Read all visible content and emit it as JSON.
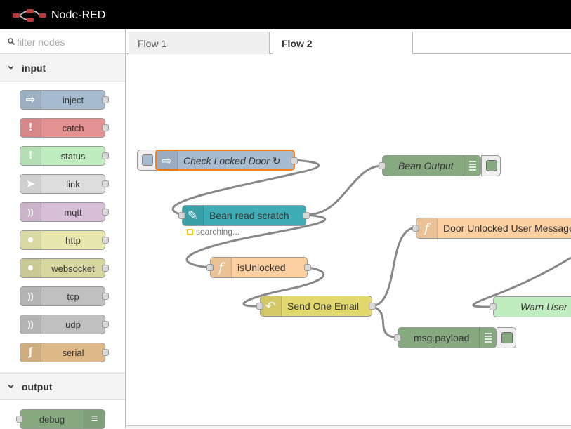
{
  "header": {
    "title": "Node-RED"
  },
  "palette": {
    "filter_placeholder": "filter nodes",
    "categories": [
      {
        "label": "input",
        "nodes": [
          {
            "label": "inject",
            "color": "#a6bbcf",
            "icon": "arrow-right-icon"
          },
          {
            "label": "catch",
            "color": "#e49191",
            "icon": "exclamation-icon"
          },
          {
            "label": "status",
            "color": "#c0edc0",
            "icon": "exclamation-icon"
          },
          {
            "label": "link",
            "color": "#dddddd",
            "icon": "link-icon"
          },
          {
            "label": "mqtt",
            "color": "#d8bfd8",
            "icon": "bridge-icon"
          },
          {
            "label": "http",
            "color": "#e7e7ae",
            "icon": "globe-icon"
          },
          {
            "label": "websocket",
            "color": "#d7d7a0",
            "icon": "globe-icon"
          },
          {
            "label": "tcp",
            "color": "#c0c0c0",
            "icon": "bridge-icon"
          },
          {
            "label": "udp",
            "color": "#c0c0c0",
            "icon": "bridge-icon"
          },
          {
            "label": "serial",
            "color": "#deb887",
            "icon": "serial-icon"
          }
        ]
      },
      {
        "label": "output",
        "nodes": [
          {
            "label": "debug",
            "color": "#87a980",
            "icon": "list-icon"
          }
        ]
      }
    ]
  },
  "tabs": [
    {
      "label": "Flow 1",
      "active": false
    },
    {
      "label": "Flow 2",
      "active": true
    }
  ],
  "flow": {
    "nodes": {
      "check_locked": {
        "label": "Check Locked Door ↻",
        "color": "#a6bbcf"
      },
      "bean_read": {
        "label": "Bean read scratch",
        "color": "#3fadb5",
        "status": "searching..."
      },
      "is_unlocked": {
        "label": "isUnlocked",
        "color": "#fdd0a2"
      },
      "send_email": {
        "label": "Send One Email",
        "color": "#e2d96e"
      },
      "bean_output": {
        "label": "Bean Output",
        "color": "#87a980"
      },
      "door_unlocked": {
        "label": "Door Unlocked User Message",
        "color": "#fdd0a2"
      },
      "warn_user": {
        "label": "Warn User",
        "color": "#c0edc0"
      },
      "msg_payload": {
        "label": "msg.payload",
        "color": "#87a980"
      }
    }
  }
}
